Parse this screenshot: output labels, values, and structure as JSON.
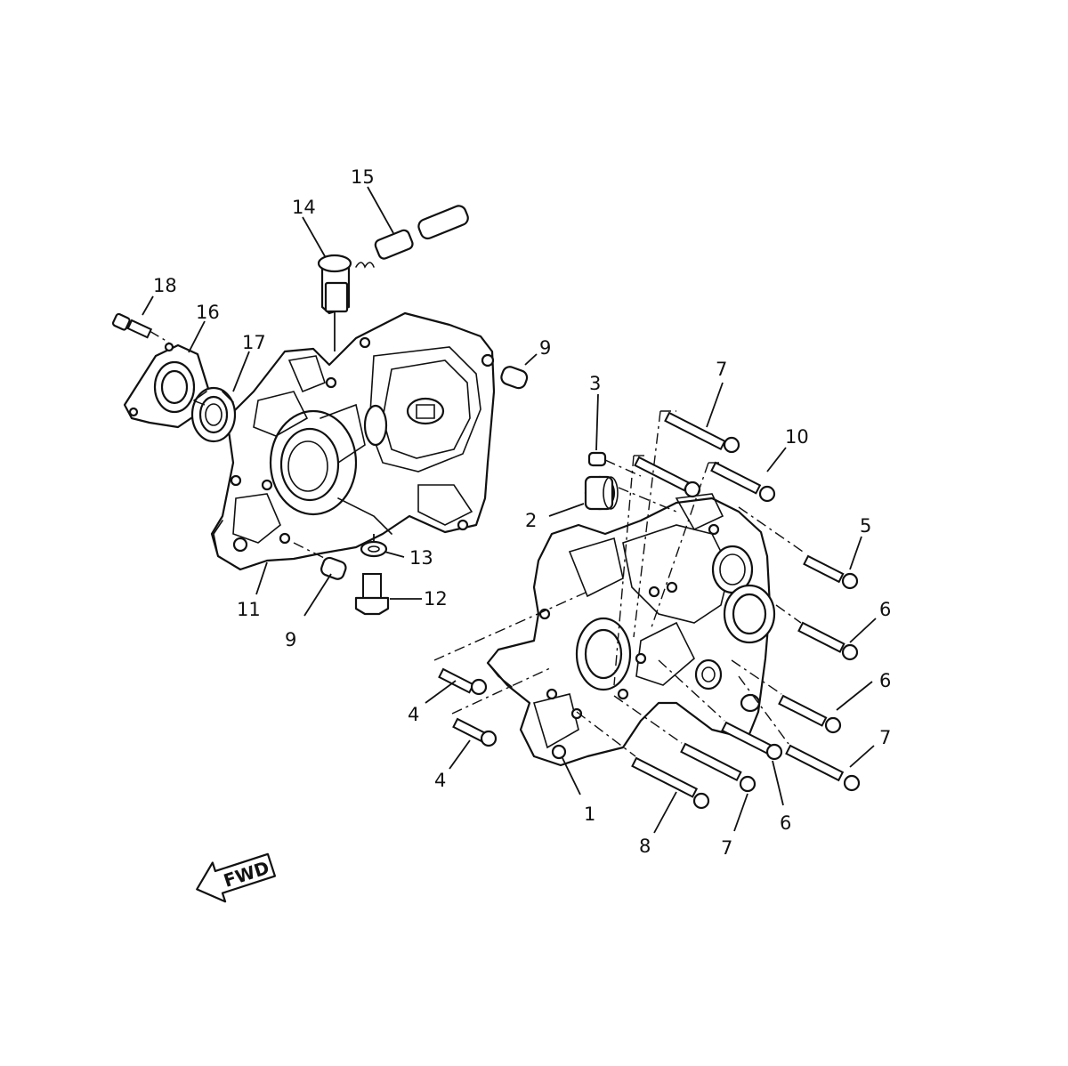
{
  "callouts": {
    "c1": "1",
    "c2": "2",
    "c3": "3",
    "c4a": "4",
    "c4b": "4",
    "c5": "5",
    "c6a": "6",
    "c6b": "6",
    "c6c": "6",
    "c7a": "7",
    "c7b": "7",
    "c7c": "7",
    "c8": "8",
    "c9a": "9",
    "c9b": "9",
    "c10": "10",
    "c11": "11",
    "c12": "12",
    "c13": "13",
    "c14": "14",
    "c15": "15",
    "c16": "16",
    "c17": "17",
    "c18": "18"
  },
  "fwd_label": "FWD",
  "icons": {
    "fwd": "arrow-left-icon"
  }
}
